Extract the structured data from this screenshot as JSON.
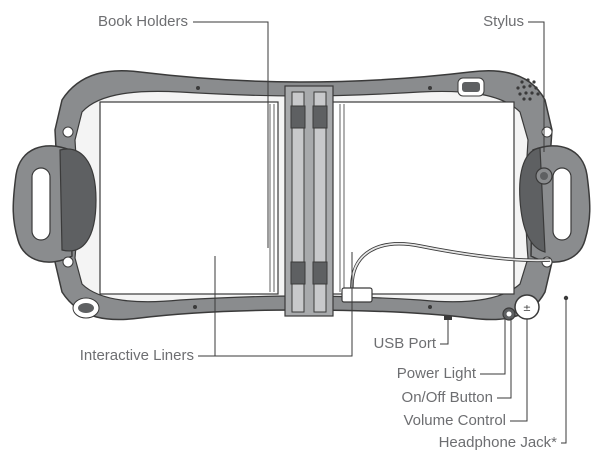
{
  "labels": {
    "book_holders": "Book Holders",
    "stylus": "Stylus",
    "interactive_liners": "Interactive Liners",
    "usb_port": "USB Port",
    "power_light": "Power Light",
    "on_off_button": "On/Off Button",
    "volume_control": "Volume Control",
    "headphone_jack": "Headphone Jack*"
  },
  "colors": {
    "body_gray": "#8a8c8e",
    "dark_gray": "#5e6062",
    "line": "#3a3a3a",
    "label_text": "#6d6e71",
    "page_white": "#ffffff"
  },
  "icons": {
    "logo": "leapfrog-logo",
    "speaker": "speaker-grille-icon",
    "volume": "volume-dial-icon",
    "power": "power-button-icon"
  }
}
